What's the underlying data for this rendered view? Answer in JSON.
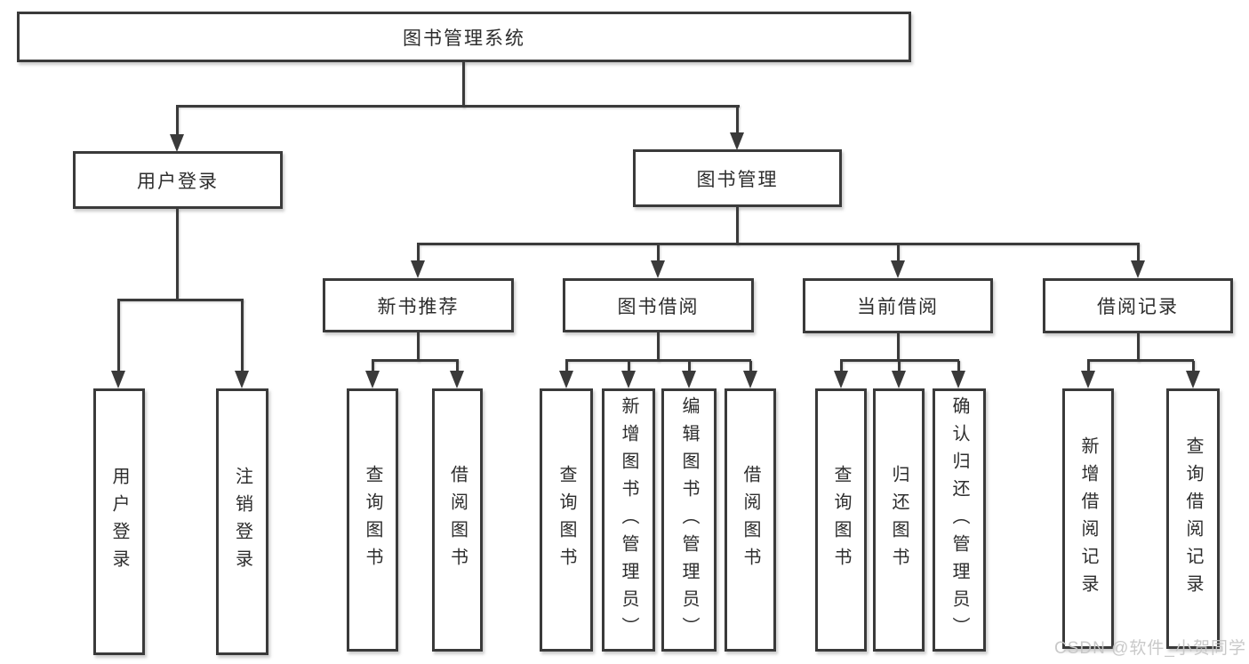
{
  "tree": {
    "root": {
      "label": "图书管理系统"
    },
    "login": {
      "label": "用户登录",
      "children": [
        "用户登录",
        "注销登录"
      ]
    },
    "mgmt": {
      "label": "图书管理",
      "children": [
        {
          "label": "新书推荐",
          "children": [
            "查询图书",
            "借阅图书"
          ]
        },
        {
          "label": "图书借阅",
          "children": [
            "查询图书",
            "新增图书（管理员）",
            "编辑图书（管理员）",
            "借阅图书"
          ]
        },
        {
          "label": "当前借阅",
          "children": [
            "查询图书",
            "归还图书",
            "确认归还（管理员）"
          ]
        },
        {
          "label": "借阅记录",
          "children": [
            "新增借阅记录",
            "查询借阅记录"
          ]
        }
      ]
    },
    "watermark": "CSDN @软件_小贺同学",
    "colors": {
      "line": "#3a3a3a",
      "text": "#2d2d2d",
      "watermark": "#c6c6c6",
      "background": "#ffffff"
    }
  }
}
